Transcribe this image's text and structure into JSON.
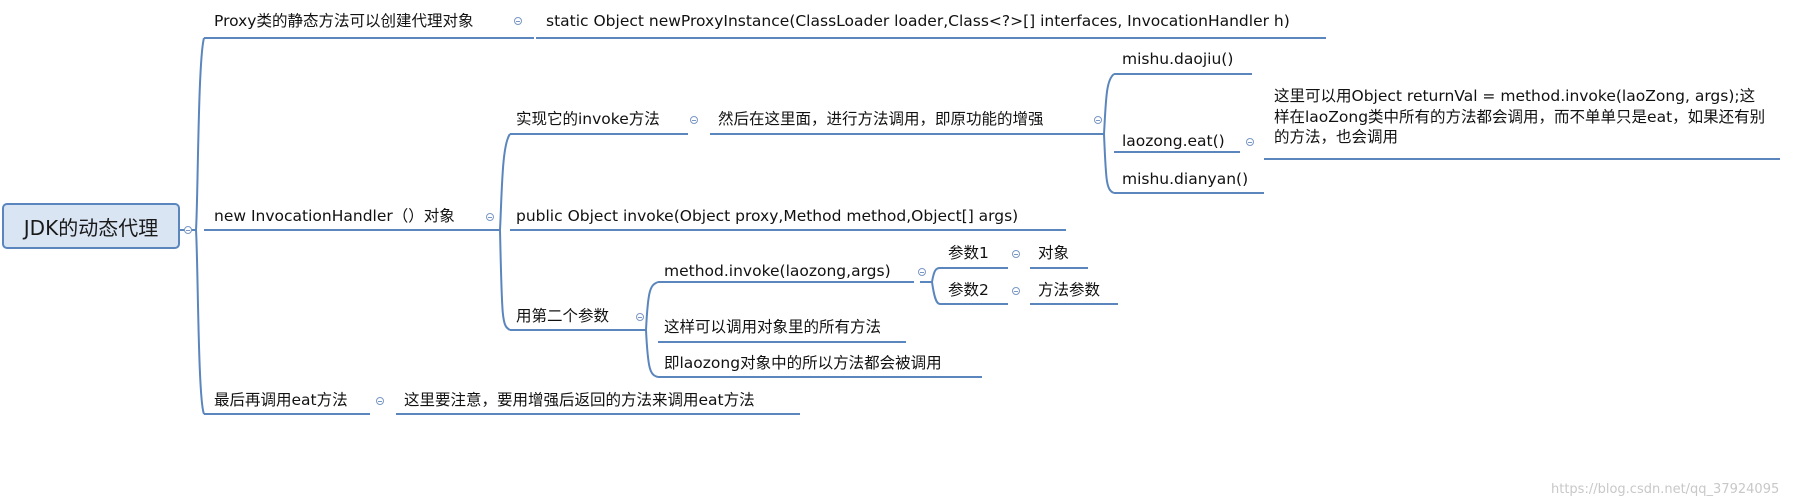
{
  "root": {
    "label": "JDK的动态代理"
  },
  "nodes": {
    "proxy_static": "Proxy类的静态方法可以创建代理对象",
    "new_proxy_instance": "static Object newProxyInstance(ClassLoader loader,Class<?>[] interfaces, InvocationHandler h)",
    "new_handler": "new InvocationHandler（）对象",
    "implement_invoke": "实现它的invoke方法",
    "then_call": "然后在这里面，进行方法调用，即原功能的增强",
    "mishu_daojiu": "mishu.daojiu()",
    "laozong_eat": "laozong.eat()",
    "laozong_note": "这里可以用Object returnVal = method.invoke(laoZong, args);这样在laoZong类中所有的方法都会调用，而不单单只是eat，如果还有别的方法，也会调用",
    "mishu_dianyan": "mishu.dianyan()",
    "public_invoke": "public Object invoke(Object proxy,Method method,Object[] args)",
    "use_second_param": "用第二个参数",
    "method_invoke": "method.invoke(laozong,args)",
    "param1": "参数1",
    "param1_value": "对象",
    "param2": "参数2",
    "param2_value": "方法参数",
    "call_all_methods": "这样可以调用对象里的所有方法",
    "all_methods_called": "即laozong对象中的所以方法都会被调用",
    "finally_call_eat": "最后再调用eat方法",
    "finally_note": "这里要注意，要用增强后返回的方法来调用eat方法"
  },
  "watermark": "https://blog.csdn.net/qq_37924095",
  "colors": {
    "line": "#5b86bd",
    "root_fill": "#dae5f4",
    "text": "#111111"
  }
}
